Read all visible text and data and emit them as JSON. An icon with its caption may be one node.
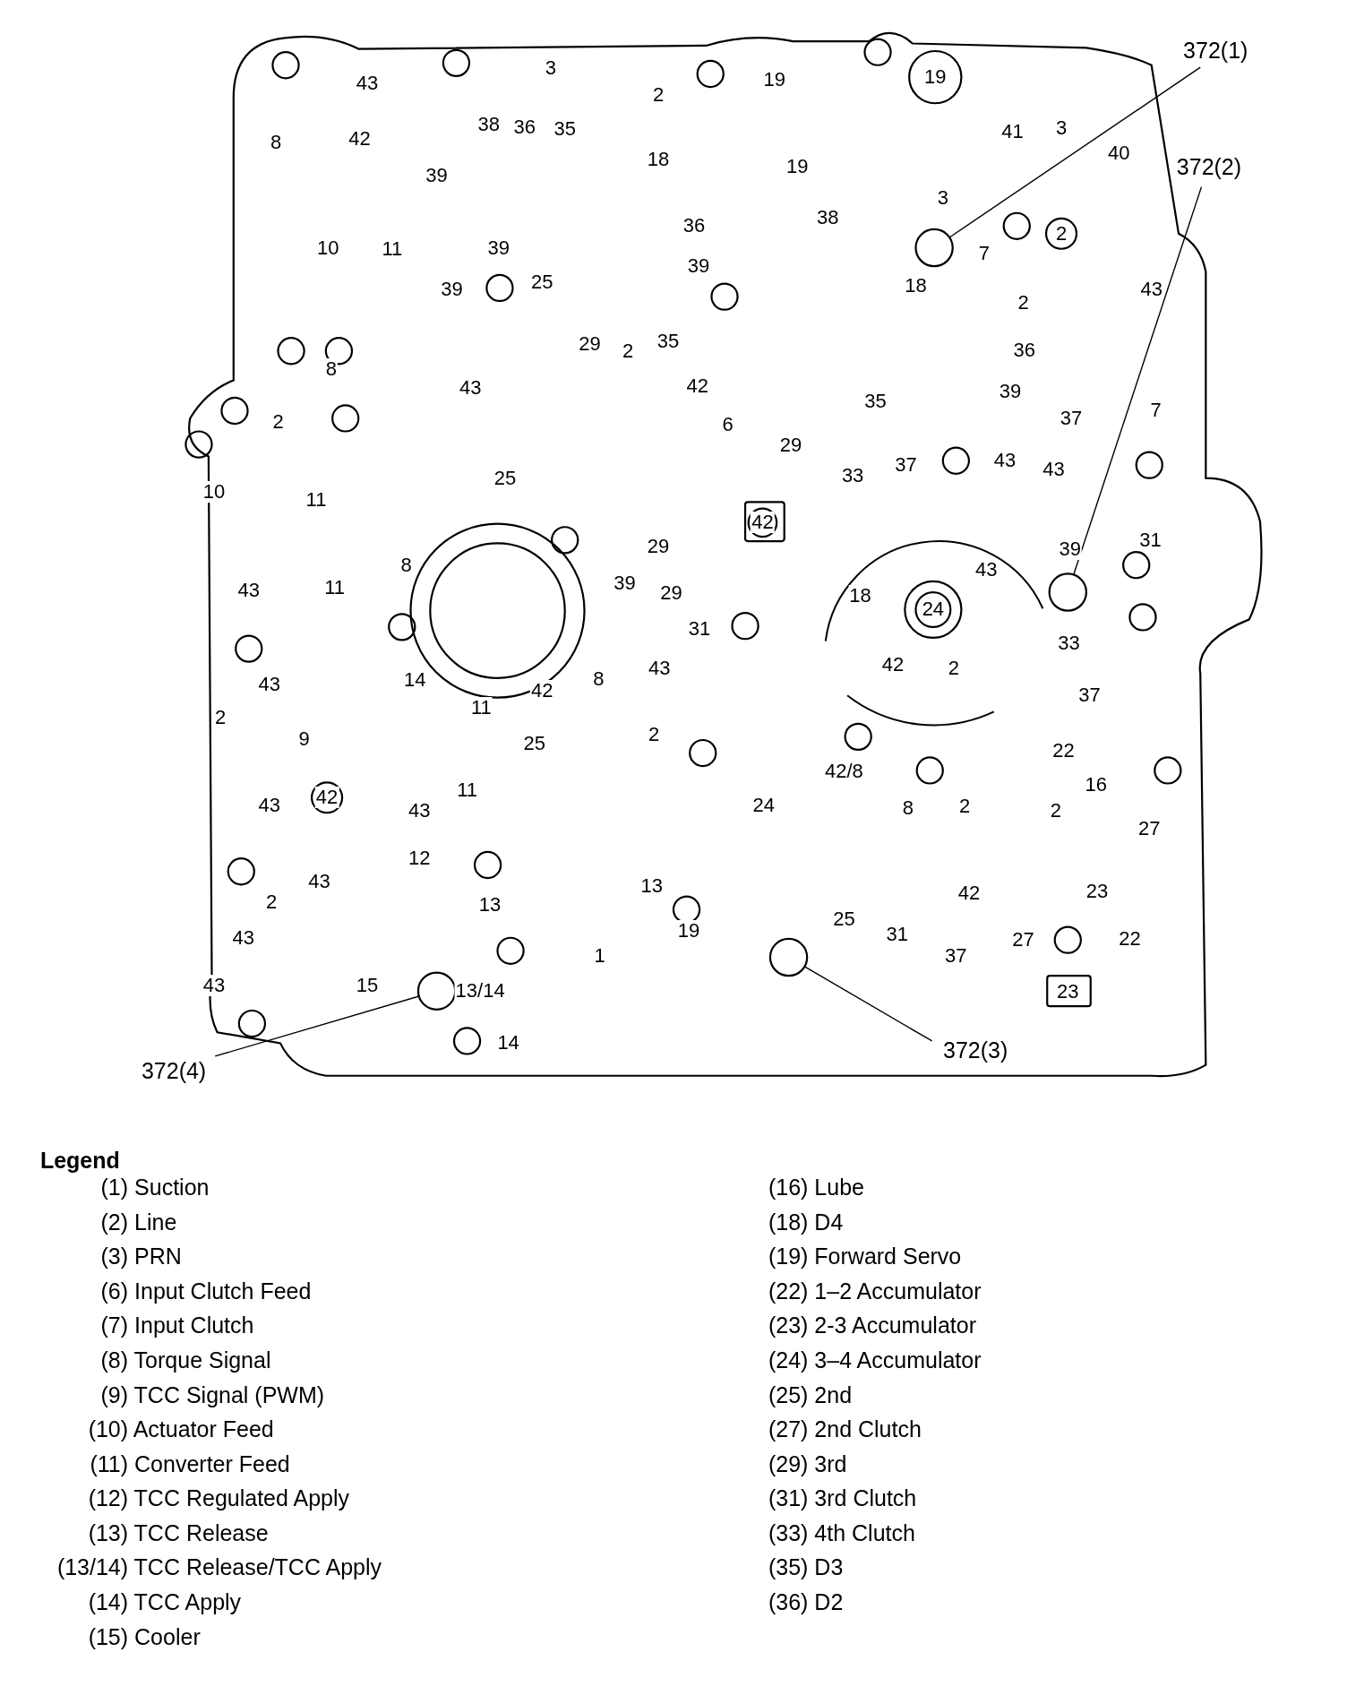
{
  "diagram": {
    "nodes": [
      {
        "text": [
          "372(1)"
        ]
      },
      {
        "text": [],
        "shape": "circle"
      },
      {
        "text": [
          "372(2)"
        ]
      },
      {
        "text": [],
        "shape": "circle"
      },
      {
        "text": [
          "372(3)"
        ]
      },
      {
        "text": [],
        "shape": "circle"
      },
      {
        "text": [
          "372(4)"
        ]
      },
      {
        "text": [],
        "shape": "circle"
      }
    ],
    "edges": [
      {
        "from": 0,
        "to": 1,
        "arrow": "none"
      },
      {
        "from": 2,
        "to": 3,
        "arrow": "none"
      },
      {
        "from": 4,
        "to": 5,
        "arrow": "none"
      },
      {
        "from": 6,
        "to": 7,
        "arrow": "none"
      }
    ],
    "labels": [
      "43",
      "3",
      "2",
      "19",
      "19",
      "8",
      "42",
      "39",
      "38",
      "36",
      "35",
      "18",
      "19",
      "41",
      "3",
      "40",
      "10",
      "11",
      "39",
      "39",
      "25",
      "36",
      "39",
      "38",
      "18",
      "3",
      "7",
      "2",
      "2",
      "43",
      "10",
      "2",
      "11",
      "8",
      "43",
      "25",
      "29",
      "2",
      "35",
      "42",
      "6",
      "29",
      "33",
      "35",
      "37",
      "43",
      "39",
      "36",
      "43",
      "37",
      "7",
      "43",
      "11",
      "8",
      "39",
      "29",
      "29",
      "31",
      "42",
      "18",
      "24",
      "43",
      "33",
      "39",
      "31",
      "2",
      "43",
      "43",
      "9",
      "42",
      "14",
      "43",
      "11",
      "11",
      "25",
      "42",
      "8",
      "2",
      "43",
      "24",
      "42/8",
      "42",
      "8",
      "2",
      "2",
      "2",
      "22",
      "37",
      "16",
      "27",
      "12",
      "43",
      "2",
      "43",
      "13",
      "1",
      "13",
      "19",
      "25",
      "31",
      "37",
      "42",
      "27",
      "23",
      "22",
      "43",
      "15",
      "13/14",
      "23",
      "14",
      "Legend",
      "(1) Suction",
      "(2) Line",
      "(3) PRN",
      "(6) Input Clutch Feed",
      "(7) Input Clutch",
      "(8) Torque Signal",
      "(9) TCC Signal (PWM)",
      "(10) Actuator Feed",
      "(11) Converter Feed",
      "(12) TCC Regulated Apply",
      "(13) TCC Release",
      "(13/14) TCC Release/TCC Apply",
      "(14) TCC Apply",
      "(15) Cooler",
      "(16) Lube",
      "(18) D4",
      "(19) Forward Servo",
      "(22) 1–2 Accumulator",
      "(23) 2-3 Accumulator",
      "(24) 3–4 Accumulator",
      "(25) 2nd",
      "(27) 2nd Clutch",
      "(29) 3rd",
      "(31) 3rd Clutch",
      "(33) 4th Clutch",
      "(35) D3",
      "(36) D2"
    ]
  }
}
